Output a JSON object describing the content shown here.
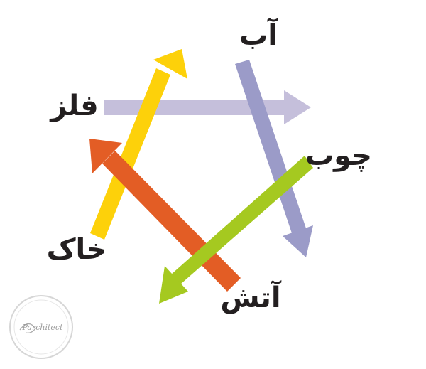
{
  "diagram": {
    "labels": {
      "water": "آب",
      "metal": "فلز",
      "wood": "چوب",
      "earth": "خاک",
      "fire": "آتش"
    },
    "arrow_colors": {
      "metal_arrow": "#c5bfdb",
      "water_arrow": "#9b9bc8",
      "earth_arrow": "#fdd10a",
      "fire_arrow": "#e35d25",
      "wood_arrow": "#a5c920"
    }
  },
  "logo": {
    "text": "Parchitect",
    "icon": "watermark-logo-icon"
  }
}
